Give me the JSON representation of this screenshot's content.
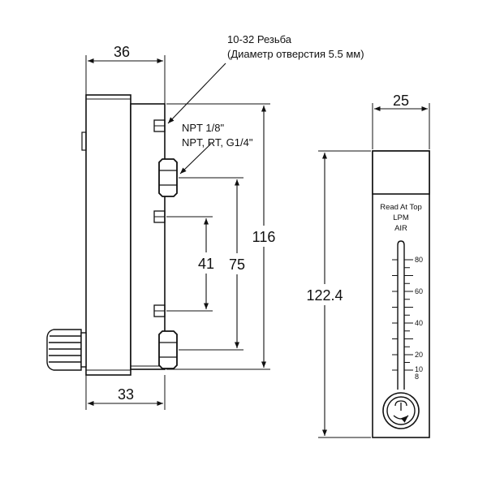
{
  "callouts": {
    "thread_line1": "10-32 Резьба",
    "thread_line2": "(Диаметр отверстия 5.5 мм)",
    "npt_small": "NPT 1/8\"",
    "npt_large": "NPT, RT, G1/4\""
  },
  "dimensions": {
    "width_top": "36",
    "width_bottom": "33",
    "height_total": "116",
    "port_spacing": "75",
    "mount_spacing": "41",
    "meter_width": "25",
    "meter_height": "122.4"
  },
  "scale": {
    "line1": "Read At Top",
    "line2": "LPM",
    "line3": "AIR",
    "ticks": [
      "80",
      "60",
      "40",
      "20",
      "10",
      "8"
    ]
  }
}
